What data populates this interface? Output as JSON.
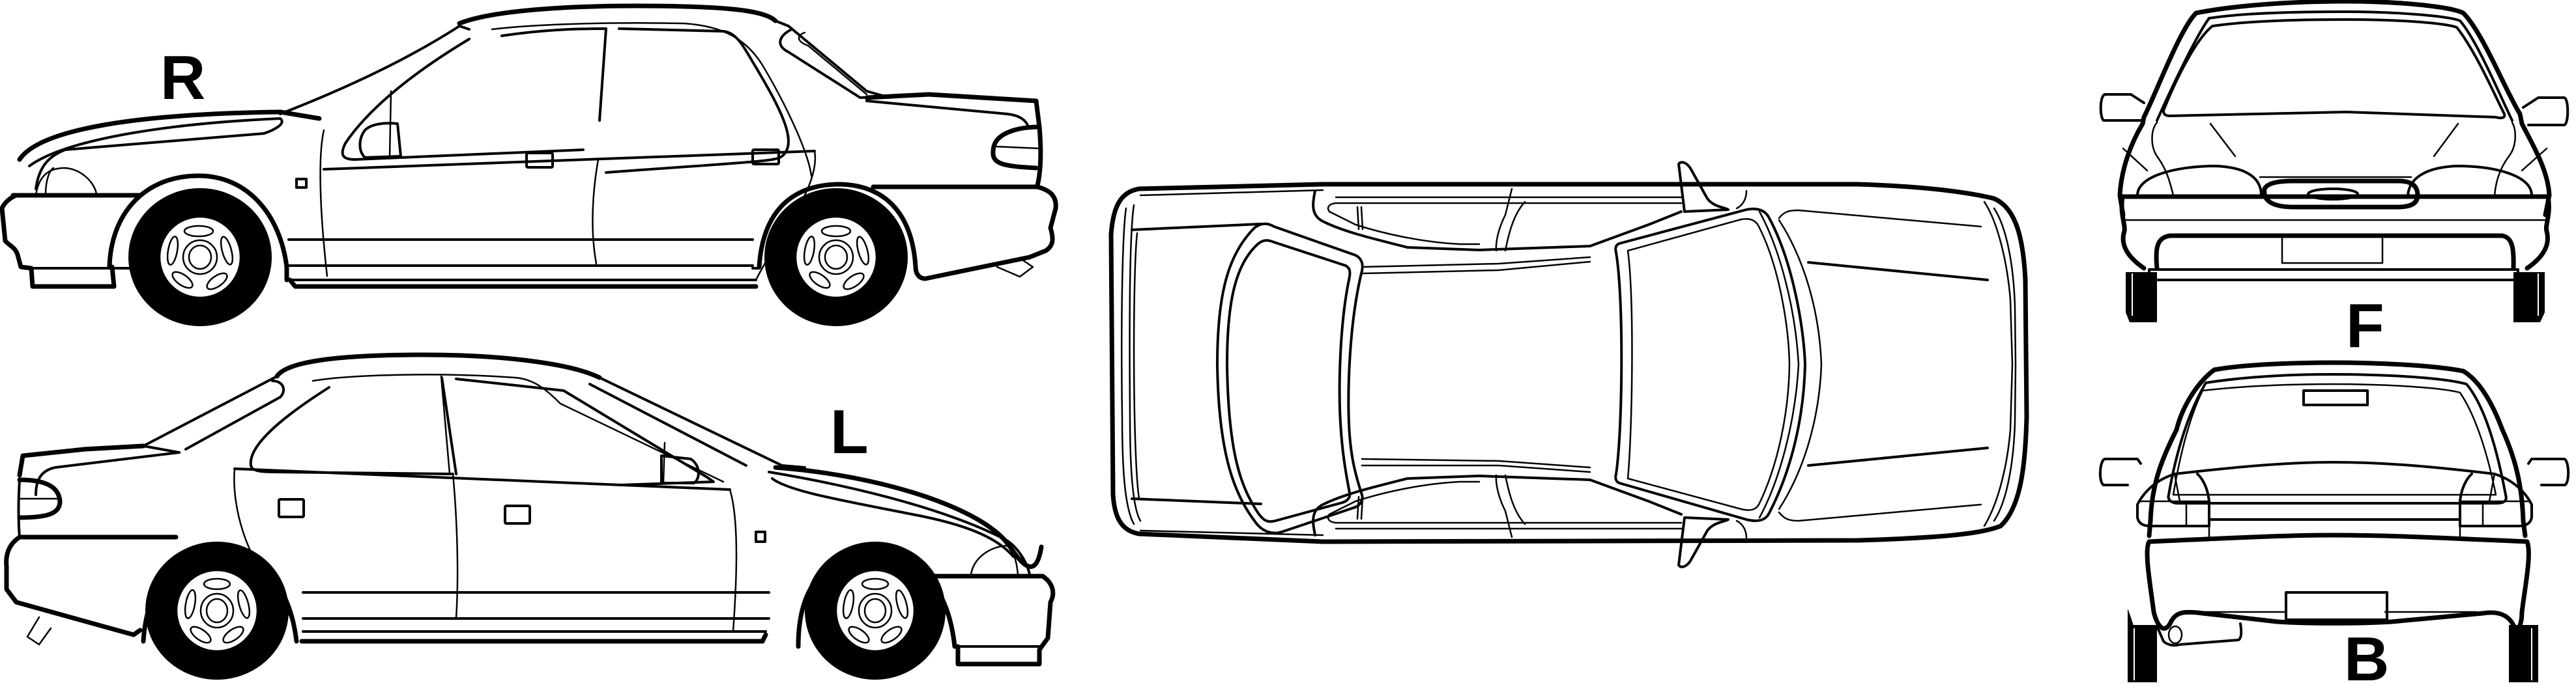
{
  "diagram": {
    "type": "vehicle-blueprint",
    "subject": "4-door sedan, orthographic views",
    "colors": {
      "line": "#000000",
      "background": "#ffffff"
    }
  },
  "views": {
    "right": {
      "label": "R",
      "name": "right side view"
    },
    "left": {
      "label": "L",
      "name": "left side view"
    },
    "top": {
      "label": "",
      "name": "top view"
    },
    "front": {
      "label": "F",
      "name": "front view"
    },
    "back": {
      "label": "B",
      "name": "back view"
    }
  }
}
